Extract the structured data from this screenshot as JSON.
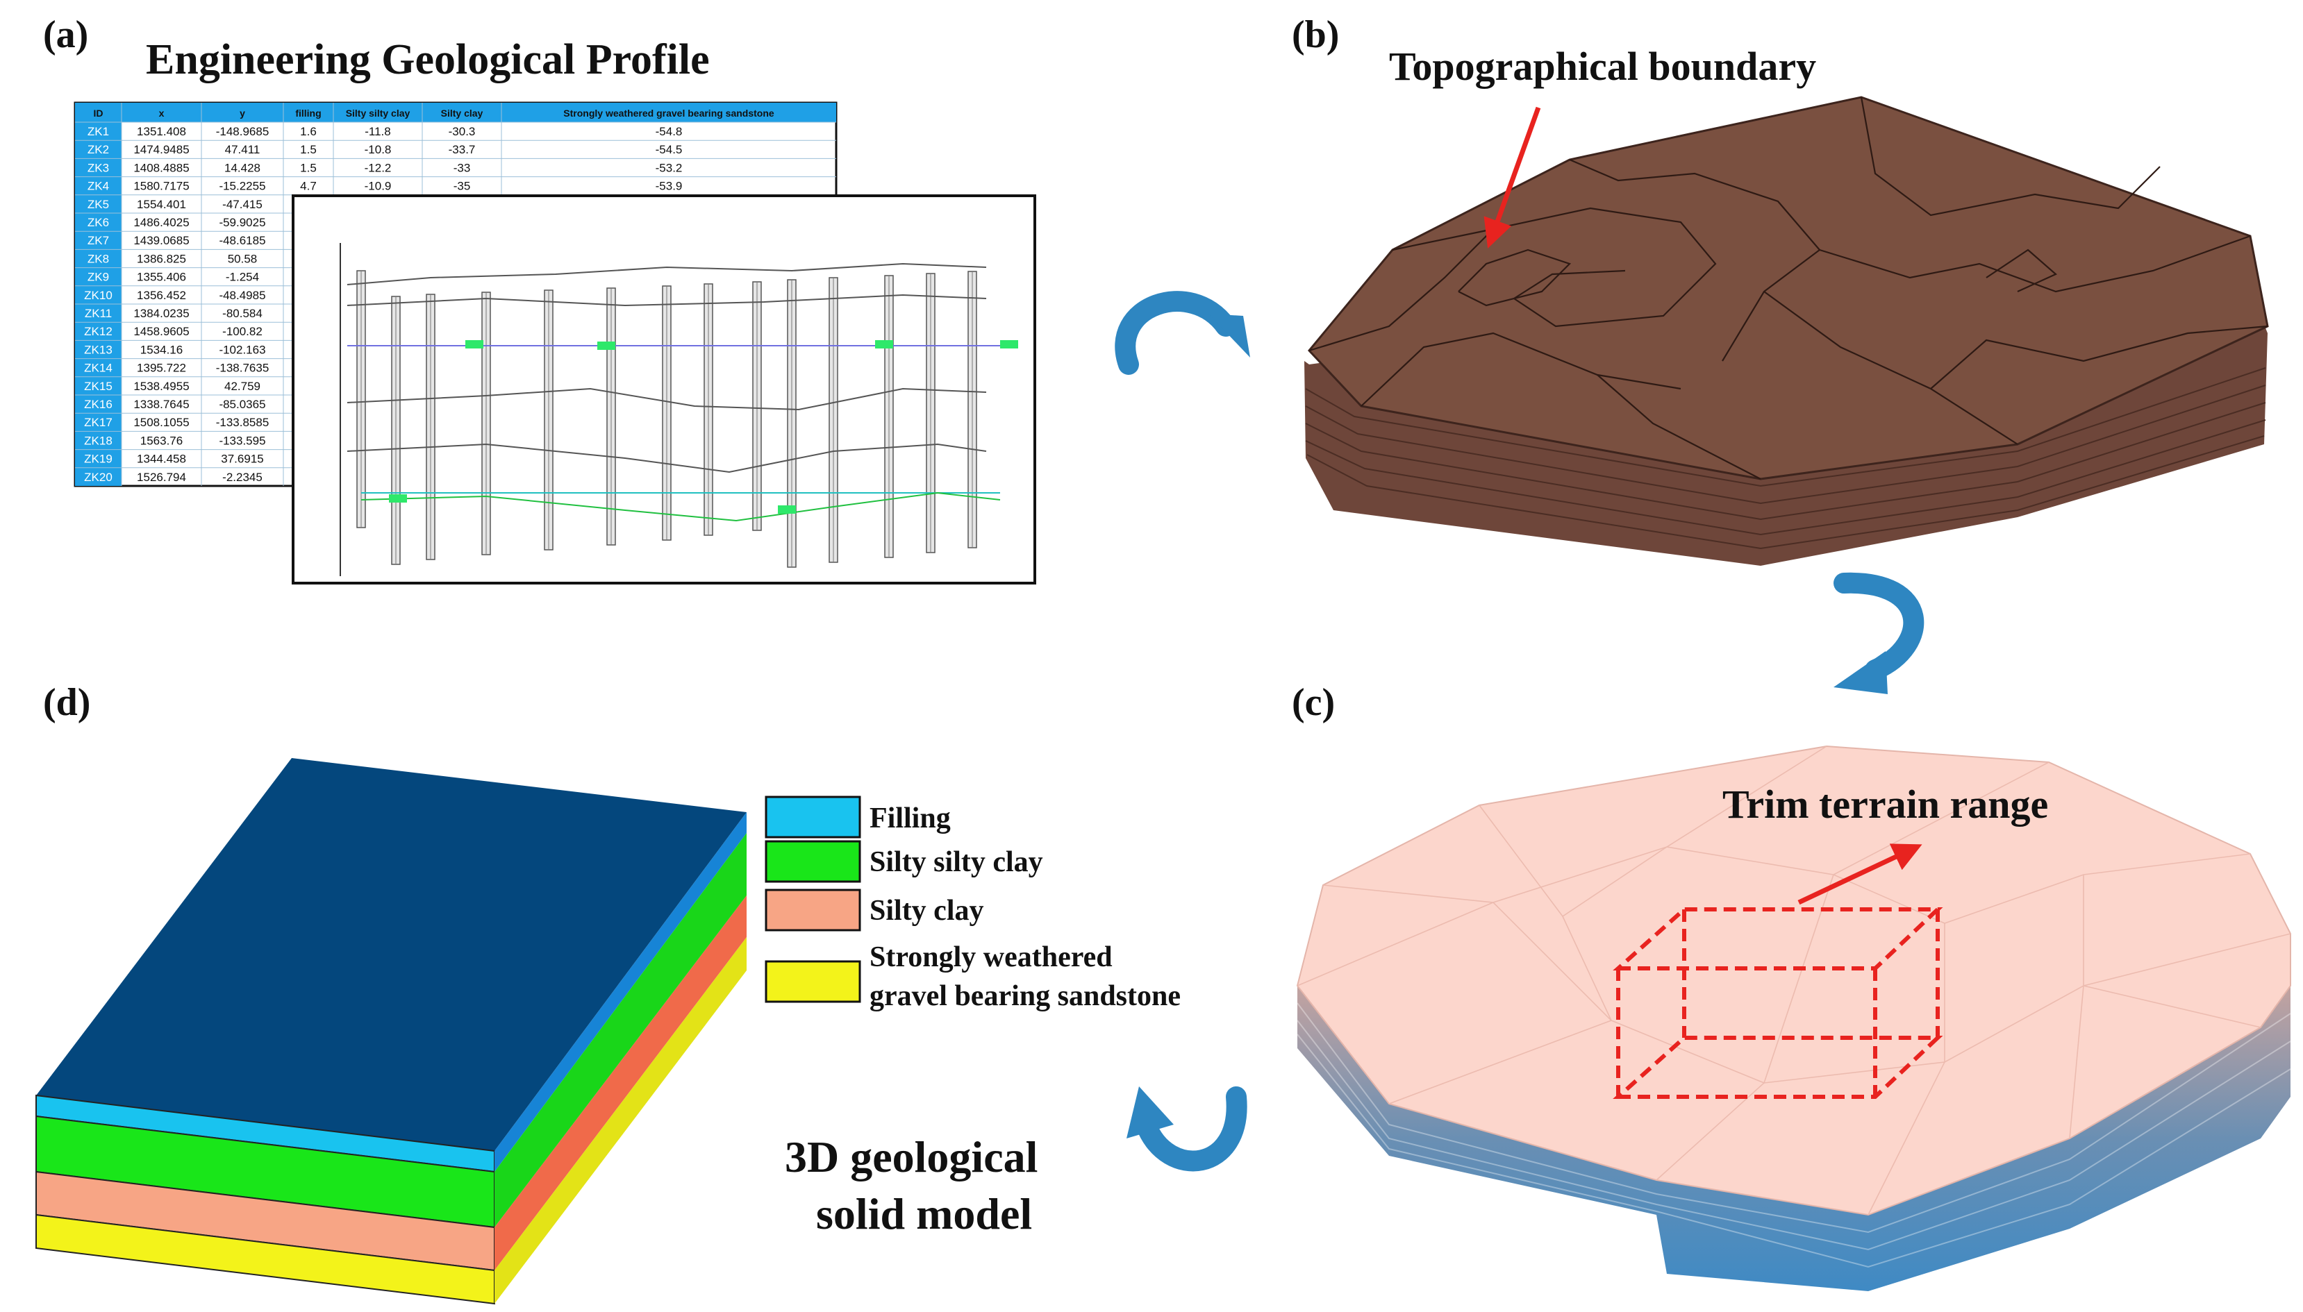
{
  "panels": {
    "a": {
      "label": "(a)",
      "title": "Engineering Geological Profile",
      "table": {
        "columns": [
          "ID",
          "x",
          "y",
          "filling",
          "Silty silty clay",
          "Silty clay",
          "Strongly weathered gravel bearing sandstone"
        ],
        "rows": [
          [
            "ZK1",
            "1351.408",
            "-148.9685",
            "1.6",
            "-11.8",
            "-30.3",
            "-54.8"
          ],
          [
            "ZK2",
            "1474.9485",
            "47.411",
            "1.5",
            "-10.8",
            "-33.7",
            "-54.5"
          ],
          [
            "ZK3",
            "1408.4885",
            "14.428",
            "1.5",
            "-12.2",
            "-33",
            "-53.2"
          ],
          [
            "ZK4",
            "1580.7175",
            "-15.2255",
            "4.7",
            "-10.9",
            "-35",
            "-53.9"
          ],
          [
            "ZK5",
            "1554.401",
            "-47.415",
            "",
            "",
            "",
            ""
          ],
          [
            "ZK6",
            "1486.4025",
            "-59.9025",
            "",
            "",
            "",
            ""
          ],
          [
            "ZK7",
            "1439.0685",
            "-48.6185",
            "",
            "",
            "",
            ""
          ],
          [
            "ZK8",
            "1386.825",
            "50.58",
            "",
            "",
            "",
            ""
          ],
          [
            "ZK9",
            "1355.406",
            "-1.254",
            "",
            "",
            "",
            ""
          ],
          [
            "ZK10",
            "1356.452",
            "-48.4985",
            "",
            "",
            "",
            ""
          ],
          [
            "ZK11",
            "1384.0235",
            "-80.584",
            "",
            "",
            "",
            ""
          ],
          [
            "ZK12",
            "1458.9605",
            "-100.82",
            "",
            "",
            "",
            ""
          ],
          [
            "ZK13",
            "1534.16",
            "-102.163",
            "",
            "",
            "",
            ""
          ],
          [
            "ZK14",
            "1395.722",
            "-138.7635",
            "",
            "",
            "",
            ""
          ],
          [
            "ZK15",
            "1538.4955",
            "42.759",
            "",
            "",
            "",
            ""
          ],
          [
            "ZK16",
            "1338.7645",
            "-85.0365",
            "",
            "",
            "",
            ""
          ],
          [
            "ZK17",
            "1508.1055",
            "-133.8585",
            "",
            "",
            "",
            ""
          ],
          [
            "ZK18",
            "1563.76",
            "-133.595",
            "",
            "",
            "",
            ""
          ],
          [
            "ZK19",
            "1344.458",
            "37.6915",
            "",
            "",
            "",
            ""
          ],
          [
            "ZK20",
            "1526.794",
            "-2.2345",
            "",
            "",
            "",
            ""
          ]
        ]
      }
    },
    "b": {
      "label": "(b)",
      "annotation": "Topographical boundary",
      "color": "#7a5040"
    },
    "c": {
      "label": "(c)",
      "annotation": "Trim terrain range"
    },
    "d": {
      "label": "(d)",
      "caption_line1": "3D geological",
      "caption_line2": "solid model",
      "legend": [
        {
          "name": "Filling",
          "color": "#19c3ef"
        },
        {
          "name": "Silty silty clay",
          "color": "#19e619"
        },
        {
          "name": "Silty clay",
          "color": "#f7a585"
        },
        {
          "name": "Strongly weathered",
          "name2": "gravel bearing sandstone",
          "color": "#f3f31a"
        }
      ],
      "top_color": "#04477d"
    }
  },
  "colors": {
    "arrow": "#2e86c1",
    "accent": "#e8231f"
  }
}
